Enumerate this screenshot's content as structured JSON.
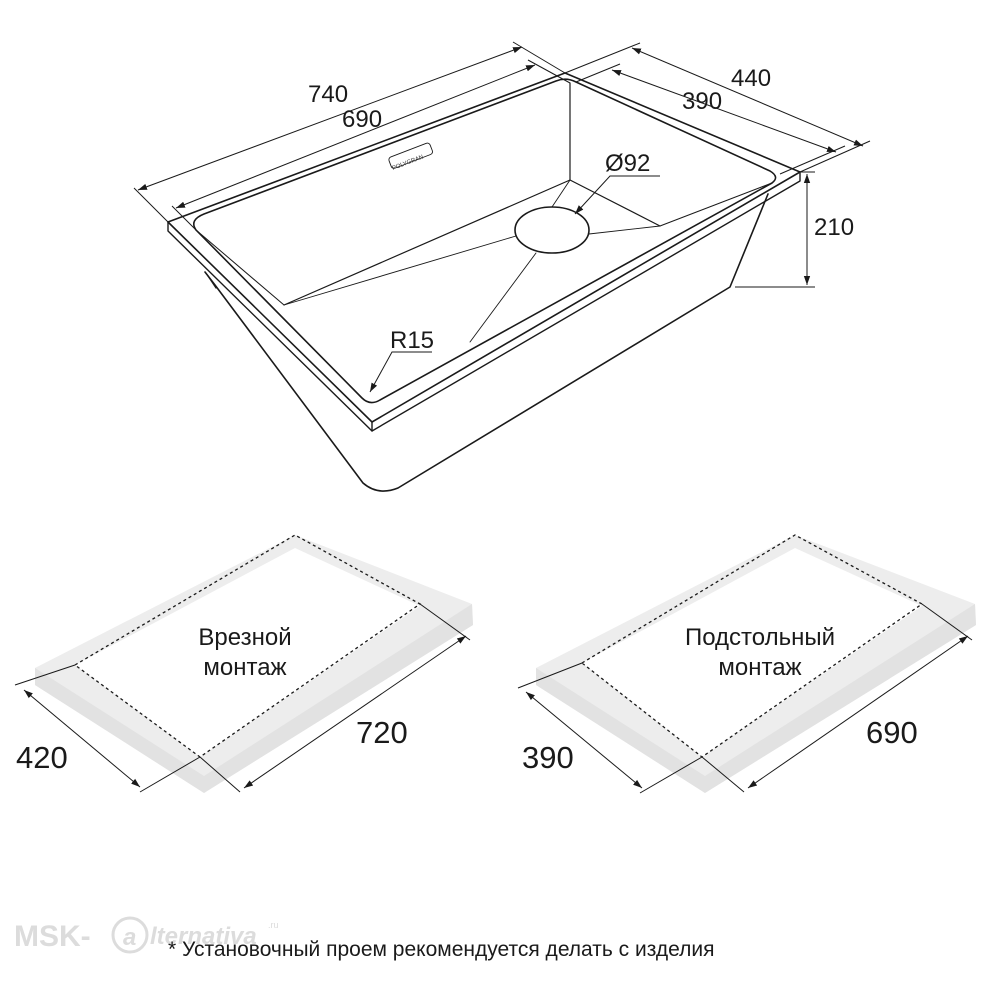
{
  "sink_drawing": {
    "dims": {
      "outer_length": "740",
      "inner_length": "690",
      "outer_width": "440",
      "inner_width": "390",
      "depth": "210",
      "drain_diameter": "Ø92",
      "corner_radius": "R15"
    },
    "brand_mark": "POLYGRAN"
  },
  "mounting": {
    "flush": {
      "label_line1": "Врезной",
      "label_line2": "монтаж",
      "length": "720",
      "width": "420"
    },
    "undermount": {
      "label_line1": "Подстольный",
      "label_line2": "монтаж",
      "length": "690",
      "width": "390"
    }
  },
  "footnote": "* Установочный проем рекомендуется делать с изделия",
  "watermark": {
    "part1": "MSK-",
    "part2": "lternativa",
    "part3": ".ru"
  },
  "colors": {
    "line": "#1a1a1a",
    "countertop_fill": "#ededed",
    "countertop_edge": "#d2d2d2",
    "watermark": "#dcdcdc"
  }
}
